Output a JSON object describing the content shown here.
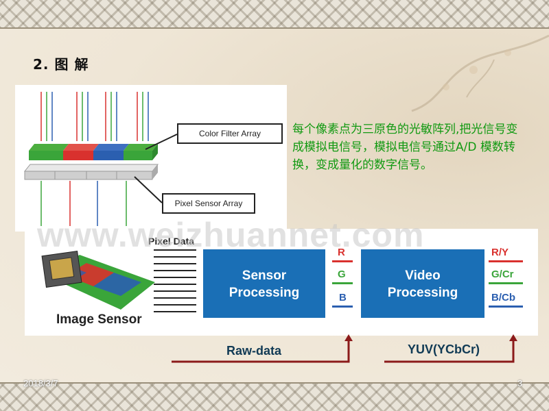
{
  "slide": {
    "title": "2. 图   解",
    "description": "每个像素点为三原色的光敏阵列,把光信号变成模拟电信号，模拟电信号通过A/D   模数转换，变成量化的数字信号。",
    "date": "2018/3/7",
    "page_number": "3",
    "watermark": "www.weizhuannet.com"
  },
  "diagram_top": {
    "color_filter_label": "Color Filter Array",
    "pixel_sensor_label": "Pixel Sensor Array"
  },
  "diagram_bottom": {
    "image_sensor_label": "Image Sensor",
    "pixel_data_label": "Pixel Data",
    "sensor_block": {
      "line1": "Sensor",
      "line2": "Processing"
    },
    "video_block": {
      "line1": "Video",
      "line2": "Processing"
    },
    "rgb_out": [
      "R",
      "G",
      "B"
    ],
    "yuv_out": [
      "R/Y",
      "G/Cr",
      "B/Cb"
    ],
    "raw_label": "Raw-data",
    "yuv_label": "YUV(YCbCr)"
  },
  "colors": {
    "red": "#d9312e",
    "green": "#3aa53a",
    "blue": "#2b5fb0",
    "block_blue": "#1a6fb6",
    "text_green": "#119911",
    "flow_arrow": "#8b1a1a"
  }
}
